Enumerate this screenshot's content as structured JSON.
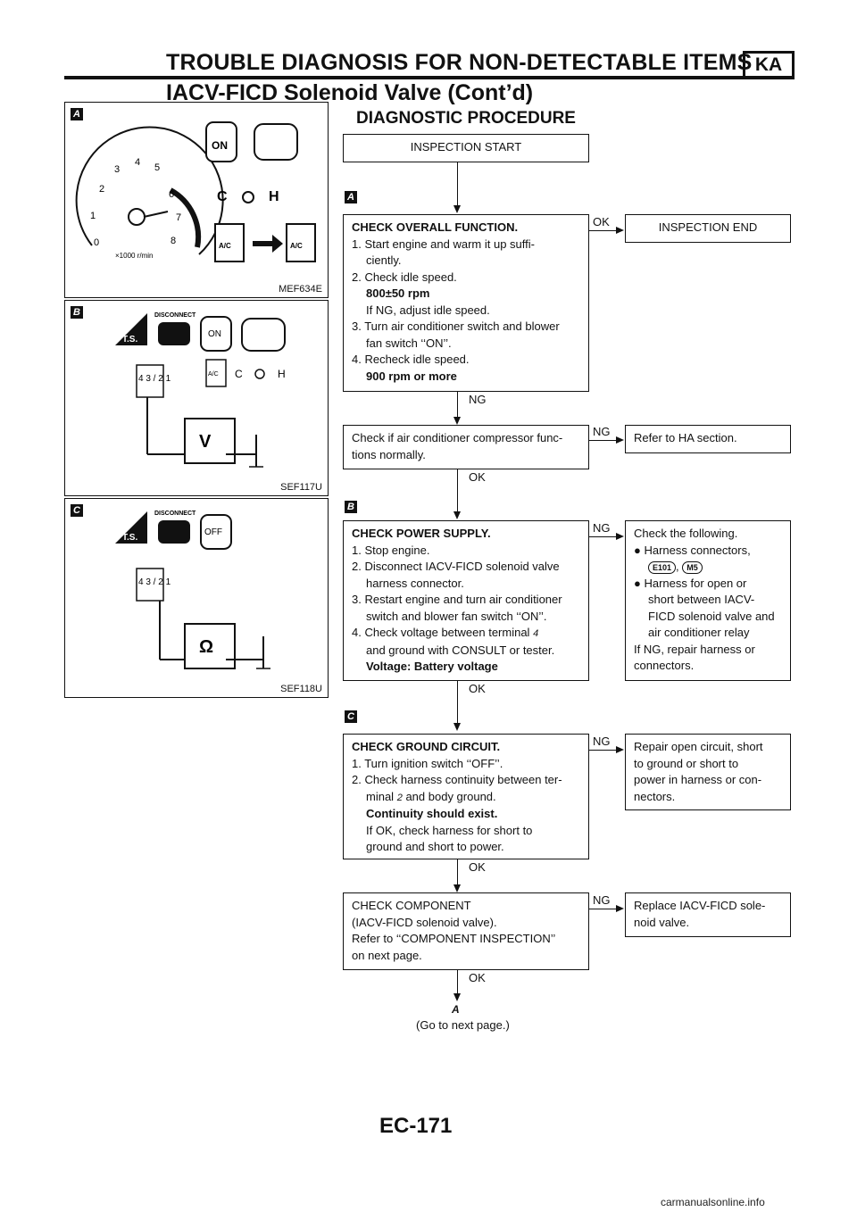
{
  "header": {
    "title": "TROUBLE DIAGNOSIS FOR NON-DETECTABLE ITEMS",
    "tag": "KA",
    "subtitle": "IACV-FICD Solenoid Valve (Cont’d)"
  },
  "section_title": "DIAGNOSTIC PROCEDURE",
  "figures": [
    {
      "badge": "A",
      "caption": "MEF634E",
      "labels": {
        "ticks": [
          "0",
          "1",
          "2",
          "3",
          "4",
          "5",
          "6",
          "7",
          "8"
        ],
        "scale": "×1000 r/min",
        "ac": "A/C",
        "c": "C",
        "h": "H",
        "on": "ON"
      }
    },
    {
      "badge": "B",
      "caption": "SEF117U",
      "labels": {
        "ts": "T.S.",
        "disconnect": "DISCONNECT",
        "on": "ON",
        "ac": "A/C",
        "c": "C",
        "h": "H",
        "pins": "4 3 / 2 1",
        "meter": "V"
      }
    },
    {
      "badge": "C",
      "caption": "SEF118U",
      "labels": {
        "ts": "T.S.",
        "disconnect": "DISCONNECT",
        "off": "OFF",
        "pins": "4 3 / 2 1",
        "meter": "Ω"
      }
    }
  ],
  "flow": {
    "start": "INSPECTION START",
    "step_a_badge": "A",
    "step1": {
      "title": "CHECK OVERALL FUNCTION.",
      "lines": [
        "1. Start engine and warm it up suffi-",
        "ciently.",
        "2. Check idle speed.",
        "800±50 rpm",
        "If NG, adjust idle speed.",
        "3. Turn air conditioner switch and blower",
        "fan switch ‘‘ON’’.",
        "4. Recheck idle speed.",
        "900 rpm or more"
      ],
      "ok": "OK",
      "ng": "NG",
      "result": "INSPECTION END"
    },
    "step2": {
      "lines": [
        "Check if air conditioner compressor func-",
        "tions normally."
      ],
      "ng": "NG",
      "ok": "OK",
      "result": "Refer to HA section."
    },
    "step_b_badge": "B",
    "step3": {
      "title": "CHECK POWER SUPPLY.",
      "lines": [
        "1. Stop engine.",
        "2. Disconnect IACV-FICD solenoid valve",
        "harness connector.",
        "3. Restart engine and turn air conditioner",
        "switch and blower fan switch ‘‘ON’’.",
        "4. Check voltage between terminal",
        "and ground with CONSULT or tester.",
        "Voltage: Battery voltage"
      ],
      "pin": "4",
      "ng": "NG",
      "ok": "OK",
      "result": {
        "l1": "Check the following.",
        "l2": "Harness connectors,",
        "c1": "E101",
        "comma": ",",
        "c2": "M5",
        "l3": "Harness for open or",
        "l4": "short between IACV-",
        "l5": "FICD solenoid valve and",
        "l6": "air conditioner relay",
        "l7": "If NG, repair harness or",
        "l8": "connectors."
      }
    },
    "step_c_badge": "C",
    "step4": {
      "title": "CHECK GROUND CIRCUIT.",
      "lines": [
        "1. Turn ignition switch ‘‘OFF’’.",
        "2. Check harness continuity between ter-",
        "minal",
        "and body ground.",
        "Continuity should exist.",
        "If OK, check harness for short to",
        "ground and short to power."
      ],
      "pin": "2",
      "ng": "NG",
      "ok": "OK",
      "result": [
        "Repair open circuit, short",
        "to ground or short to",
        "power in harness or con-",
        "nectors."
      ]
    },
    "step5": {
      "lines": [
        "CHECK COMPONENT",
        "(IACV-FICD solenoid valve).",
        "Refer to ‘‘COMPONENT INSPECTION’’",
        "on next page."
      ],
      "ng": "NG",
      "ok": "OK",
      "result": [
        "Replace IACV-FICD sole-",
        "noid valve."
      ]
    },
    "end_ref": "A",
    "end_text": "(Go to next page.)"
  },
  "page_number": "EC-171",
  "watermark": "carmanualsonline.info"
}
